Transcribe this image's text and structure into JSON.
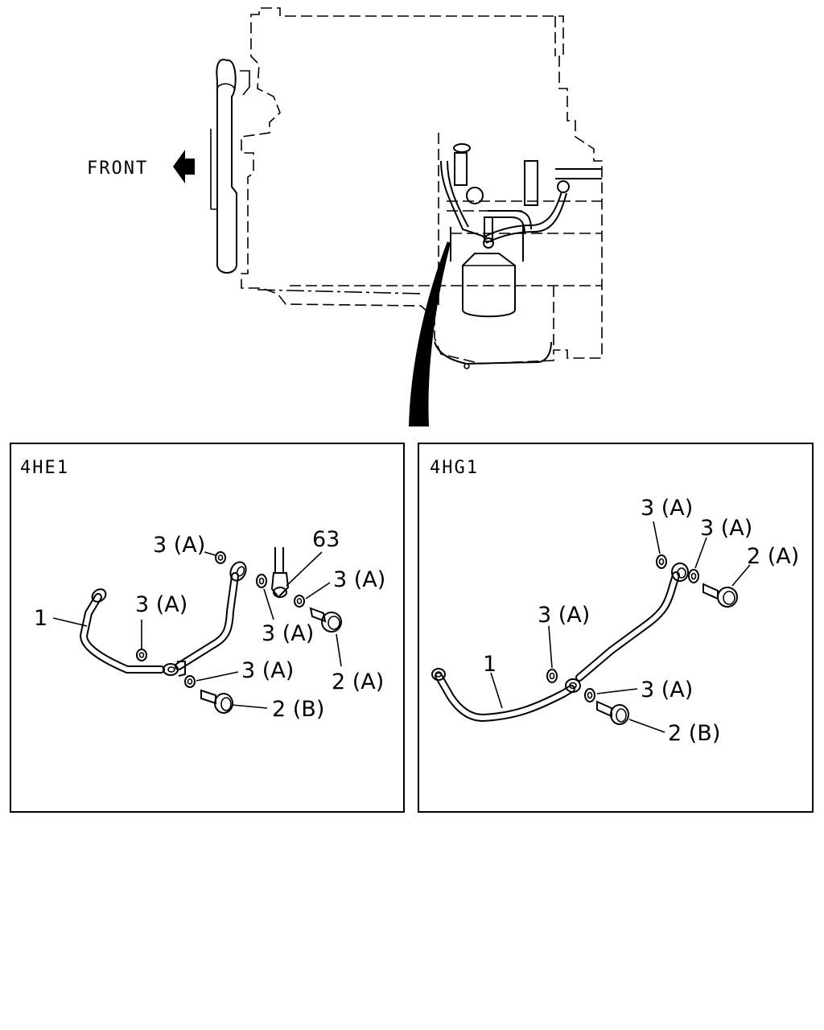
{
  "front_label": "FRONT",
  "panels": [
    {
      "title": "4HE1",
      "callouts": [
        "1",
        "3 (A)",
        "3 (A)",
        "3 (A)",
        "63",
        "3 (A)",
        "3 (A)",
        "2 (A)",
        "2 (B)"
      ]
    },
    {
      "title": "4HG1",
      "callouts": [
        "3 (A)",
        "3 (A)",
        "2 (A)",
        "3 (A)",
        "1",
        "3 (A)",
        "2 (B)"
      ]
    }
  ],
  "icons": {
    "front_arrow": "arrow-left-icon"
  }
}
